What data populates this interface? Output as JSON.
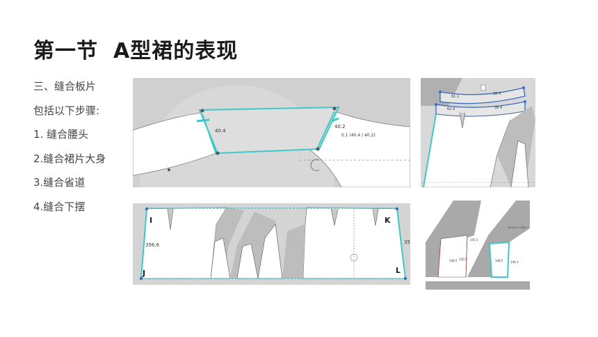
{
  "title": {
    "prefix": "第一节",
    "main": "A型裙的表现"
  },
  "steps": [
    "三、缝合板片",
    "包括以下步骤:",
    "1. 缝合腰头",
    "2.缝合裙片大身",
    "3.缝合省道",
    "4.缝合下摆"
  ],
  "panel1": {
    "left_measure": "40.4",
    "right_measure": "40.2",
    "ratio_label": "0.1 (40.4 / 40.2)"
  },
  "panel2": {
    "upper_label": "61.1",
    "upper_right": "38.4",
    "lower_label": "62.4",
    "lower_right": "38.4"
  },
  "panel3": {
    "label_i": "I",
    "label_j": "J",
    "label_k": "K",
    "label_l": "L",
    "measure_left": "356.6",
    "measure_right": "35"
  },
  "panel4": {
    "dim_a": "148.5",
    "dim_b": "150.1",
    "dim_c": "148.5",
    "dim_d": "149.3",
    "dim_e": "3.8 10.4 / 148.4",
    "dim_f": "150.1"
  },
  "colors": {
    "seam": "#3ec8c8",
    "panel_bg": "#d2d2d2",
    "dark_gray": "#a9a9a9"
  }
}
